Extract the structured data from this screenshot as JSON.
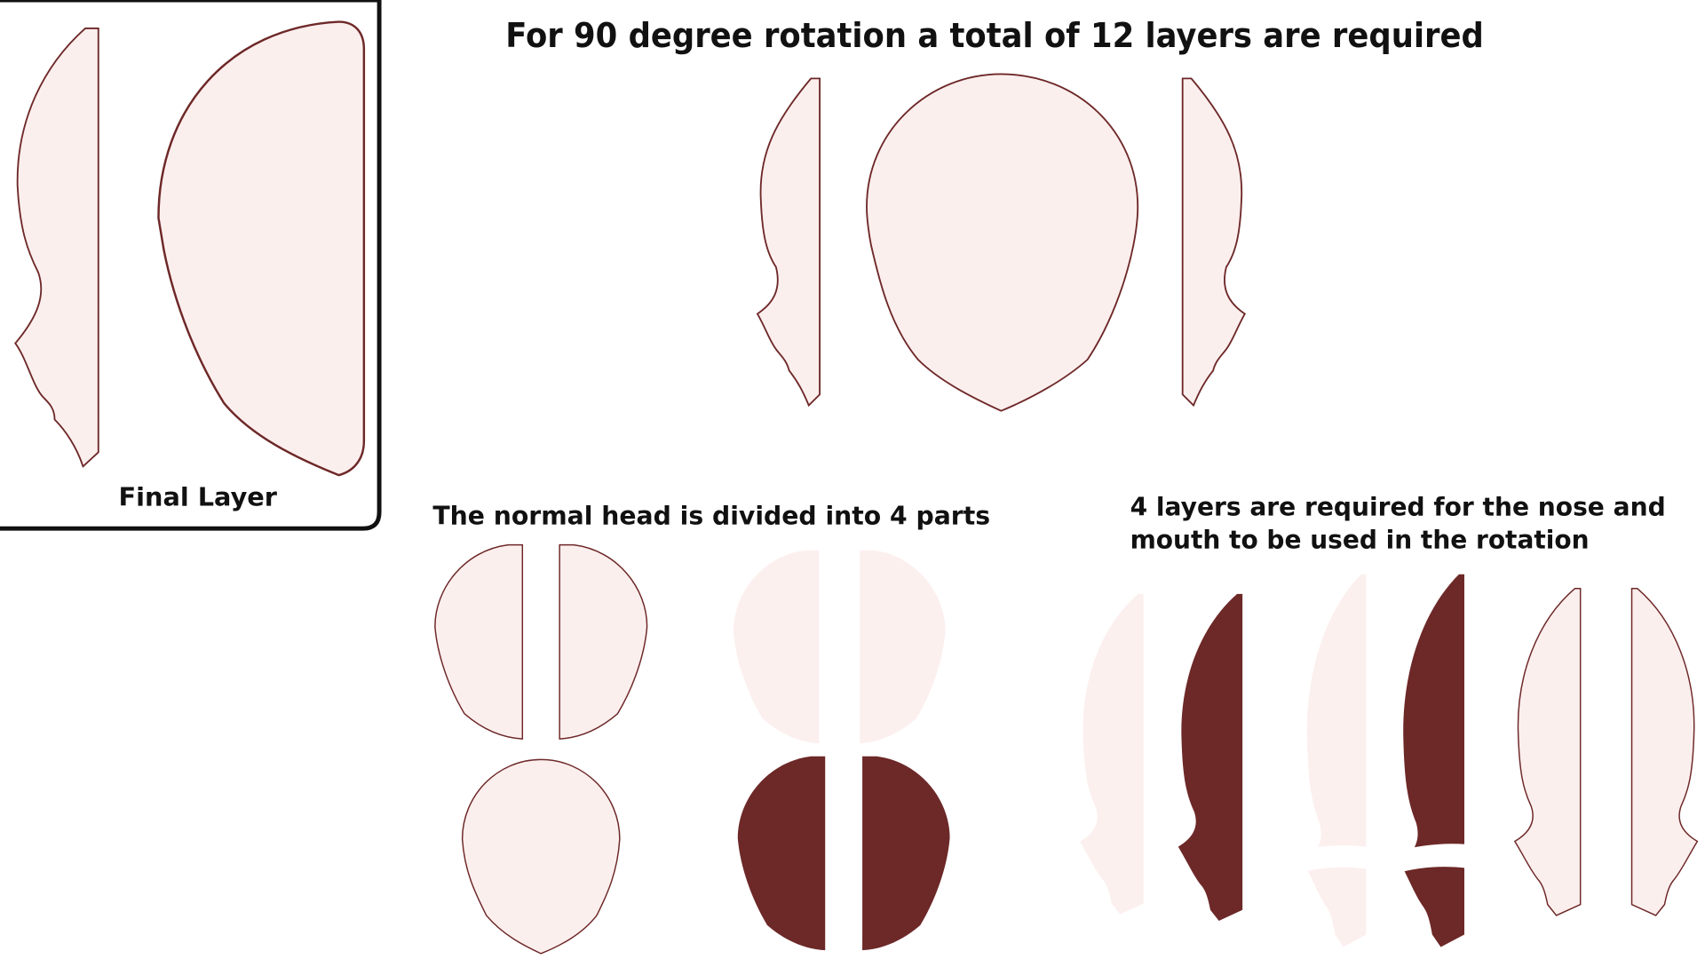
{
  "title": "For 90 degree rotation a total of 12 layers are required",
  "final_layer_label": "Final Layer",
  "head_parts_caption": "The normal head is divided into 4 parts",
  "nose_mouth_caption_line1": "4 layers are required for the nose and",
  "nose_mouth_caption_line2": "mouth to be used in the rotation",
  "colors": {
    "light_fill": "#fbefee",
    "outline": "#6e2828",
    "dark_fill": "#6d2828",
    "faded_fill": "#fcf0ef",
    "frame": "#111111"
  }
}
